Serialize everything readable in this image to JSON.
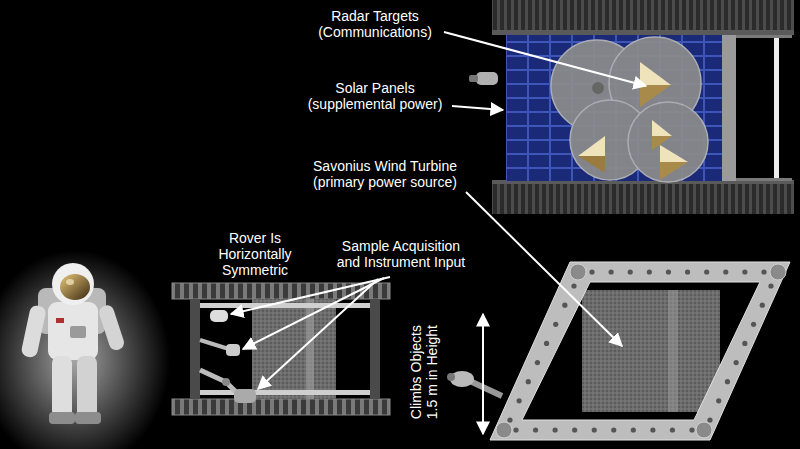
{
  "diagram": {
    "labels": [
      "Radar Targets (Communications)",
      "Solar Panels (supplemental power)",
      "Savonius Wind Turbine (primary power source)",
      "Rover Is Horizontally Symmetric",
      "Sample Acquisition and Instrument Input",
      "Climbs Objects 1.5 m in Height"
    ]
  }
}
